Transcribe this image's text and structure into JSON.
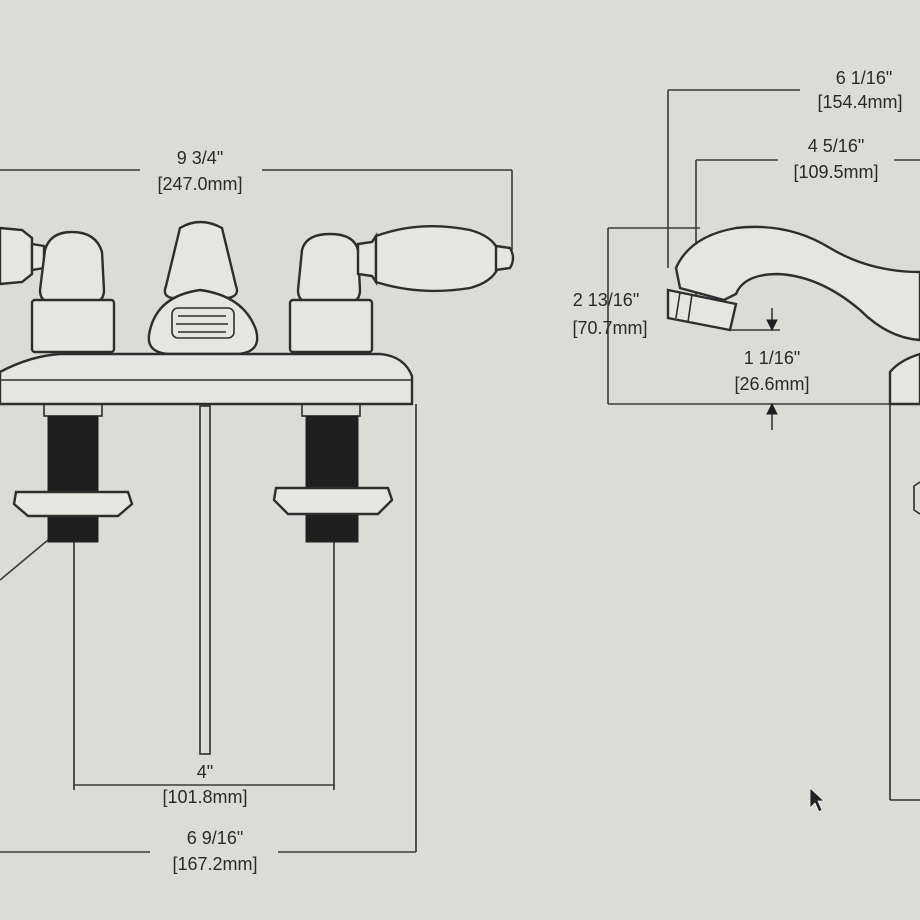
{
  "dimensions": {
    "overall_width": {
      "imperial": "9 3/4\"",
      "metric": "[247.0mm]"
    },
    "spout_reach_outer": {
      "imperial": "6 1/16\"",
      "metric": "[154.4mm]"
    },
    "spout_reach_inner": {
      "imperial": "4 5/16\"",
      "metric": "[109.5mm]"
    },
    "spout_height": {
      "imperial": "2 13/16\"",
      "metric": "[70.7mm]"
    },
    "aerator_height": {
      "imperial": "1 1/16\"",
      "metric": "[26.6mm]"
    },
    "center_spacing": {
      "imperial": "4\"",
      "metric": "[101.8mm]"
    },
    "base_width": {
      "imperial": "6 9/16\"",
      "metric": "[167.2mm]"
    }
  },
  "colors": {
    "background": "#dcdcd6",
    "line": "#2e2e2e",
    "text": "#2a2a2a"
  }
}
